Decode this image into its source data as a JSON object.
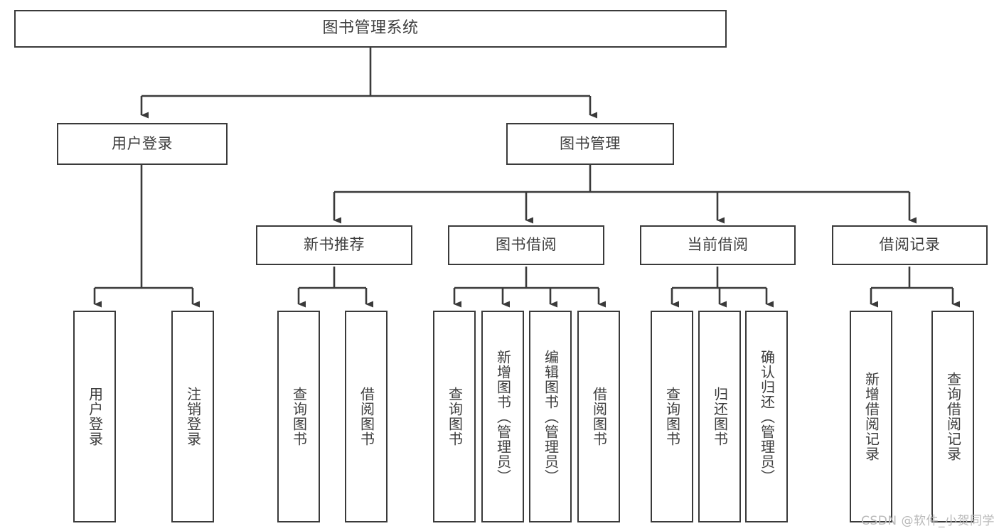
{
  "diagram": {
    "title": "图书管理系统",
    "type": "tree",
    "root": {
      "label": "图书管理系统"
    },
    "level2": [
      {
        "label": "用户登录"
      },
      {
        "label": "图书管理"
      }
    ],
    "level3": [
      {
        "label": "新书推荐"
      },
      {
        "label": "图书借阅"
      },
      {
        "label": "当前借阅"
      },
      {
        "label": "借阅记录"
      }
    ],
    "leaves": {
      "user_login": [
        {
          "label": "用户登录"
        },
        {
          "label": "注销登录"
        }
      ],
      "new_book": [
        {
          "label": "查询图书"
        },
        {
          "label": "借阅图书"
        }
      ],
      "book_borrow": [
        {
          "label": "查询图书"
        },
        {
          "label": "新增图书（管理员）"
        },
        {
          "label": "编辑图书（管理员）"
        },
        {
          "label": "借阅图书"
        }
      ],
      "current_borrow": [
        {
          "label": "查询图书"
        },
        {
          "label": "归还图书"
        },
        {
          "label": "确认归还（管理员）"
        }
      ],
      "borrow_record": [
        {
          "label": "新增借阅记录"
        },
        {
          "label": "查询借阅记录"
        }
      ]
    }
  },
  "watermark": {
    "text": "CSDN @软件_小贺同学"
  },
  "colors": {
    "stroke": "#3a3a3a",
    "text": "#3d3d3d",
    "background": "#ffffff",
    "watermark": "#b9b9b9"
  }
}
